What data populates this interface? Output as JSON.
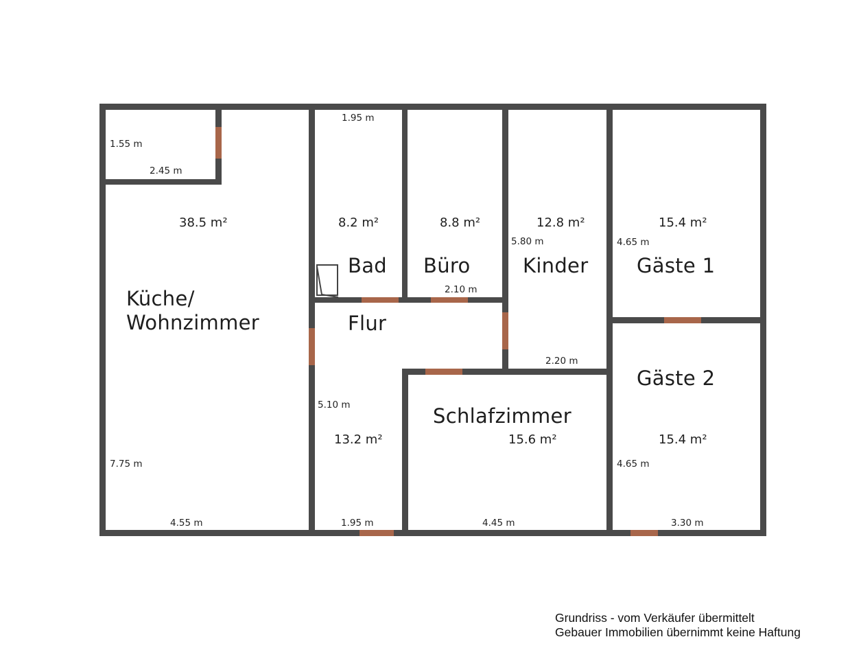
{
  "floorplan": {
    "rooms": [
      {
        "id": "kueche",
        "name": "Küche/\nWohnzimmer",
        "name_line1": "Küche/",
        "name_line2": "Wohnzimmer",
        "area": "38.5 m²",
        "dims": [
          "1.55 m",
          "2.45 m",
          "7.75 m",
          "4.55 m"
        ]
      },
      {
        "id": "bad",
        "name": "Bad",
        "area": "8.2 m²",
        "dims": [
          "1.95 m"
        ]
      },
      {
        "id": "buero",
        "name": "Büro",
        "area": "8.8 m²",
        "dims": [
          "2.10 m"
        ]
      },
      {
        "id": "kinder",
        "name": "Kinder",
        "area": "12.8 m²",
        "dims": [
          "5.80 m",
          "2.20 m"
        ]
      },
      {
        "id": "gaeste1",
        "name": "Gäste 1",
        "area": "15.4 m²",
        "dims": [
          "4.65 m"
        ]
      },
      {
        "id": "flur",
        "name": "Flur",
        "area": "13.2 m²",
        "dims": [
          "5.10 m",
          "1.95 m"
        ]
      },
      {
        "id": "schlafzimmer",
        "name": "Schlafzimmer",
        "area": "15.6 m²",
        "dims": [
          "4.45 m"
        ]
      },
      {
        "id": "gaeste2",
        "name": "Gäste 2",
        "area": "15.4 m²",
        "dims": [
          "4.65 m",
          "3.30 m"
        ]
      }
    ],
    "colors": {
      "wall": "#4a4a4a",
      "door": "#a8664a",
      "background": "#ffffff"
    }
  },
  "caption": {
    "line1": "Grundriss - vom Verkäufer übermittelt",
    "line2": "Gebauer Immobilien übernimmt keine Haftung"
  }
}
